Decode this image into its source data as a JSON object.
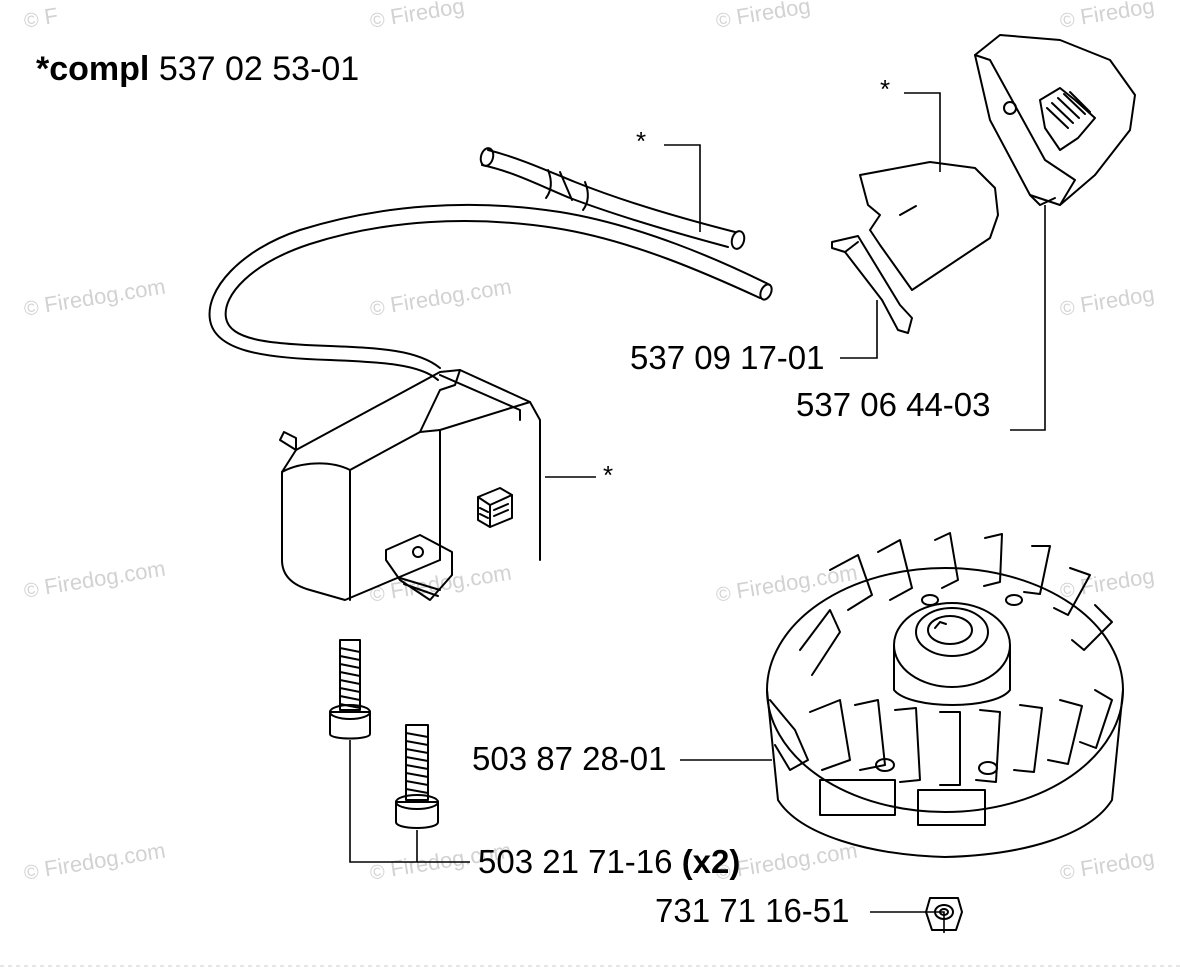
{
  "kit_label": {
    "prefix": "*compl",
    "number": "537 02 53-01"
  },
  "asterisks": {
    "hose": "*",
    "cover": "*",
    "coil": "*"
  },
  "parts": {
    "slide": "537 09 17-01",
    "cover": "537 06 44-03",
    "flywheel": "503 87 28-01",
    "screws": "503 21 71-16",
    "screws_qty": "(x2)",
    "nut": "731 71 16-51"
  },
  "watermark": {
    "symbol": "©",
    "text": "Firedog.com",
    "text_short": "Firedog",
    "text_cut": "Firedog.co",
    "text_tail": "F"
  }
}
